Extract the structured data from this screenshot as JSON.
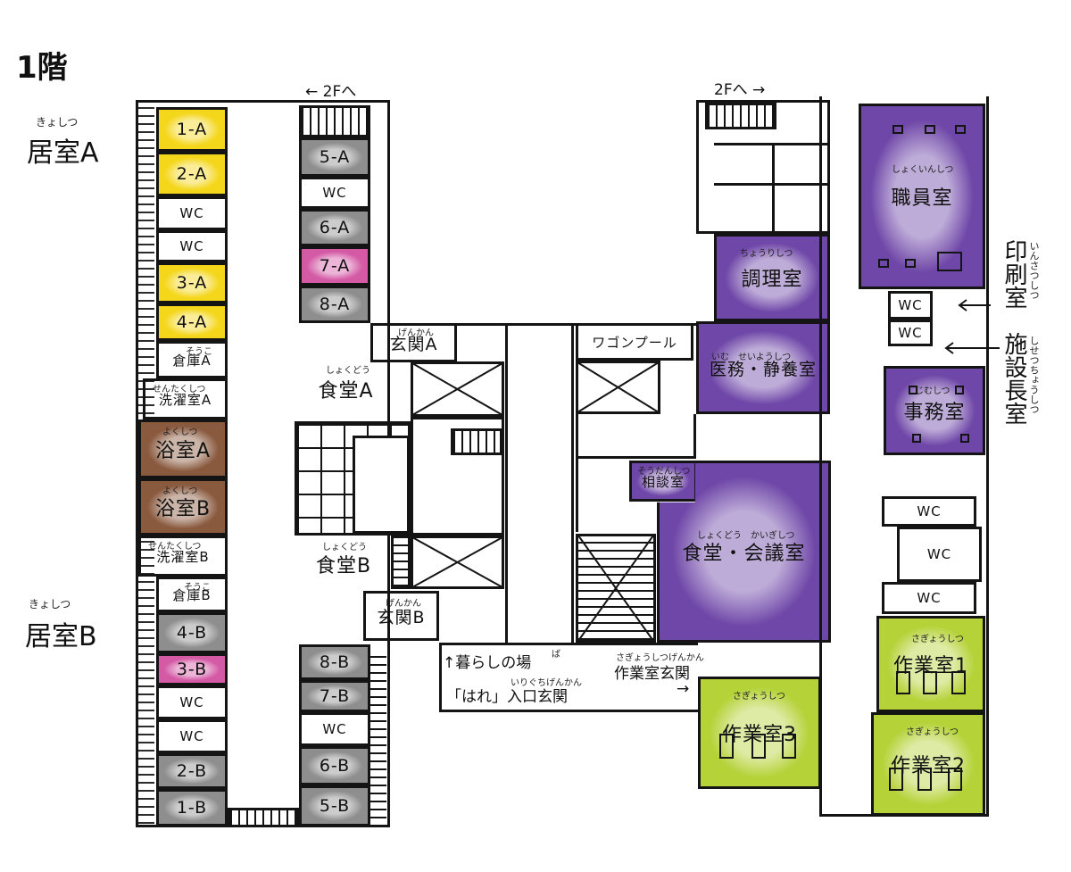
{
  "page": {
    "title": "1階"
  },
  "colors": {
    "yellow": "#f4d61a",
    "gray": "#8e8e8e",
    "pink": "#d45aa6",
    "brown": "#8a5a3f",
    "purple": "#6f47a8",
    "green": "#b5d238",
    "ink": "#141414"
  },
  "labels": {
    "kyoshitsu_a": "居室A",
    "kyoshitsu_a_ruby": "きょしつ",
    "kyoshitsu_b": "居室B",
    "kyoshitsu_b_ruby": "きょしつ",
    "to2f_left": "← 2Fへ",
    "to2f_right": "2Fへ →",
    "wagon_pool": "ワゴンプール",
    "inju": "印刷室",
    "inju_ruby": "いんさつしつ",
    "shisetsu": "施設長室",
    "shisetsu_ruby": "しせつちょうしつ"
  },
  "rooms": {
    "r1a": "1-A",
    "r2a": "2-A",
    "wc_a1": "WC",
    "wc_a2": "WC",
    "r3a": "3-A",
    "r4a": "4-A",
    "soko_a": "倉庫A",
    "soko_a_ruby": "そうこ",
    "sentaku_a": "洗濯室A",
    "sentaku_a_ruby": "せんたくしつ",
    "yoku_a": "浴室A",
    "yoku_a_ruby": "よくしつ",
    "yoku_b": "浴室B",
    "yoku_b_ruby": "よくしつ",
    "sentaku_b": "洗濯室B",
    "sentaku_b_ruby": "せんたくしつ",
    "soko_b": "倉庫B",
    "soko_b_ruby": "そうこ",
    "r4b": "4-B",
    "r3b": "3-B",
    "wc_b1": "WC",
    "wc_b2": "WC",
    "r2b": "2-B",
    "r1b": "1-B",
    "r5a": "5-A",
    "wc_c1": "WC",
    "r6a": "6-A",
    "r7a": "7-A",
    "r8a": "8-A",
    "genkan_a": "玄関A",
    "genkan_a_ruby": "げんかん",
    "shokudo_a": "食堂A",
    "shokudo_a_ruby": "しょくどう",
    "shokudo_b": "食堂B",
    "shokudo_b_ruby": "しょくどう",
    "genkan_b": "玄関B",
    "genkan_b_ruby": "げんかん",
    "r8b": "8-B",
    "r7b": "7-B",
    "wc_c2": "WC",
    "r6b": "6-B",
    "r5b": "5-B",
    "chori": "調理室",
    "chori_ruby": "ちょうりしつ",
    "imu": "医務・静養室",
    "imu_ruby": "いむ　せいようしつ",
    "sodan": "相談室",
    "sodan_ruby": "そうだんしつ",
    "shokudo_kaigi": "食堂・会議室",
    "shokudo_kaigi_ruby": "しょくどう　かいぎしつ",
    "shokuin": "職員室",
    "shokuin_ruby": "しょくいんしつ",
    "jimu": "事務室",
    "jimu_ruby": "じむしつ",
    "wc_d1": "WC",
    "wc_d2": "WC",
    "wc_e1": "WC",
    "wc_e2": "WC",
    "wc_e3": "WC",
    "sagyo1": "作業室1",
    "sagyo1_ruby": "さぎょうしつ",
    "sagyo2": "作業室2",
    "sagyo2_ruby": "さぎょうしつ",
    "sagyo3": "作業室3",
    "sagyo3_ruby": "さぎょうしつ"
  },
  "notes": {
    "kurashi_line1": "↑暮らしの場",
    "kurashi_line1_ruby": "ば",
    "kurashi_line2": "「はれ」入口玄関",
    "kurashi_line2_ruby": "いりぐちげんかん",
    "sagyo_entrance": "作業室玄関",
    "sagyo_entrance_ruby": "さぎょうしつげんかん",
    "sagyo_arrow": "→"
  }
}
